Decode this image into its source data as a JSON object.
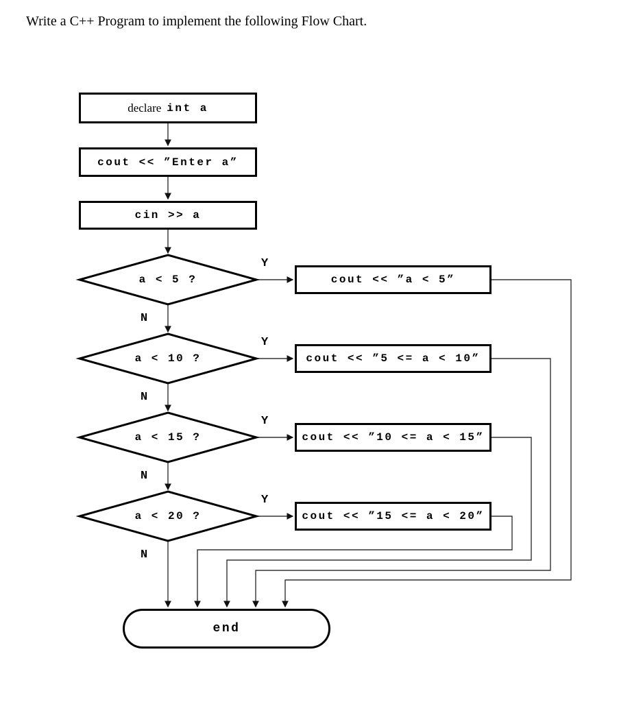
{
  "page": {
    "title": "Write a C++ Program to implement the following Flow Chart."
  },
  "labels": {
    "yes": "Y",
    "no": "N"
  },
  "nodes": {
    "declare": {
      "prefix": "declare",
      "code": "int a"
    },
    "prompt": {
      "code": "cout << ”Enter a”"
    },
    "read": {
      "code": "cin >> a"
    },
    "check5": {
      "code": "a < 5 ?"
    },
    "check10": {
      "code": "a < 10 ?"
    },
    "check15": {
      "code": "a < 15 ?"
    },
    "check20": {
      "code": "a < 20 ?"
    },
    "print5": {
      "code": "cout << ”a < 5”"
    },
    "print10": {
      "code": "cout << ”5 <= a < 10”"
    },
    "print15": {
      "code": "cout << ”10 <= a < 15”"
    },
    "print20": {
      "code": "cout << ”15 <= a < 20”"
    },
    "end": {
      "code": "end"
    }
  }
}
